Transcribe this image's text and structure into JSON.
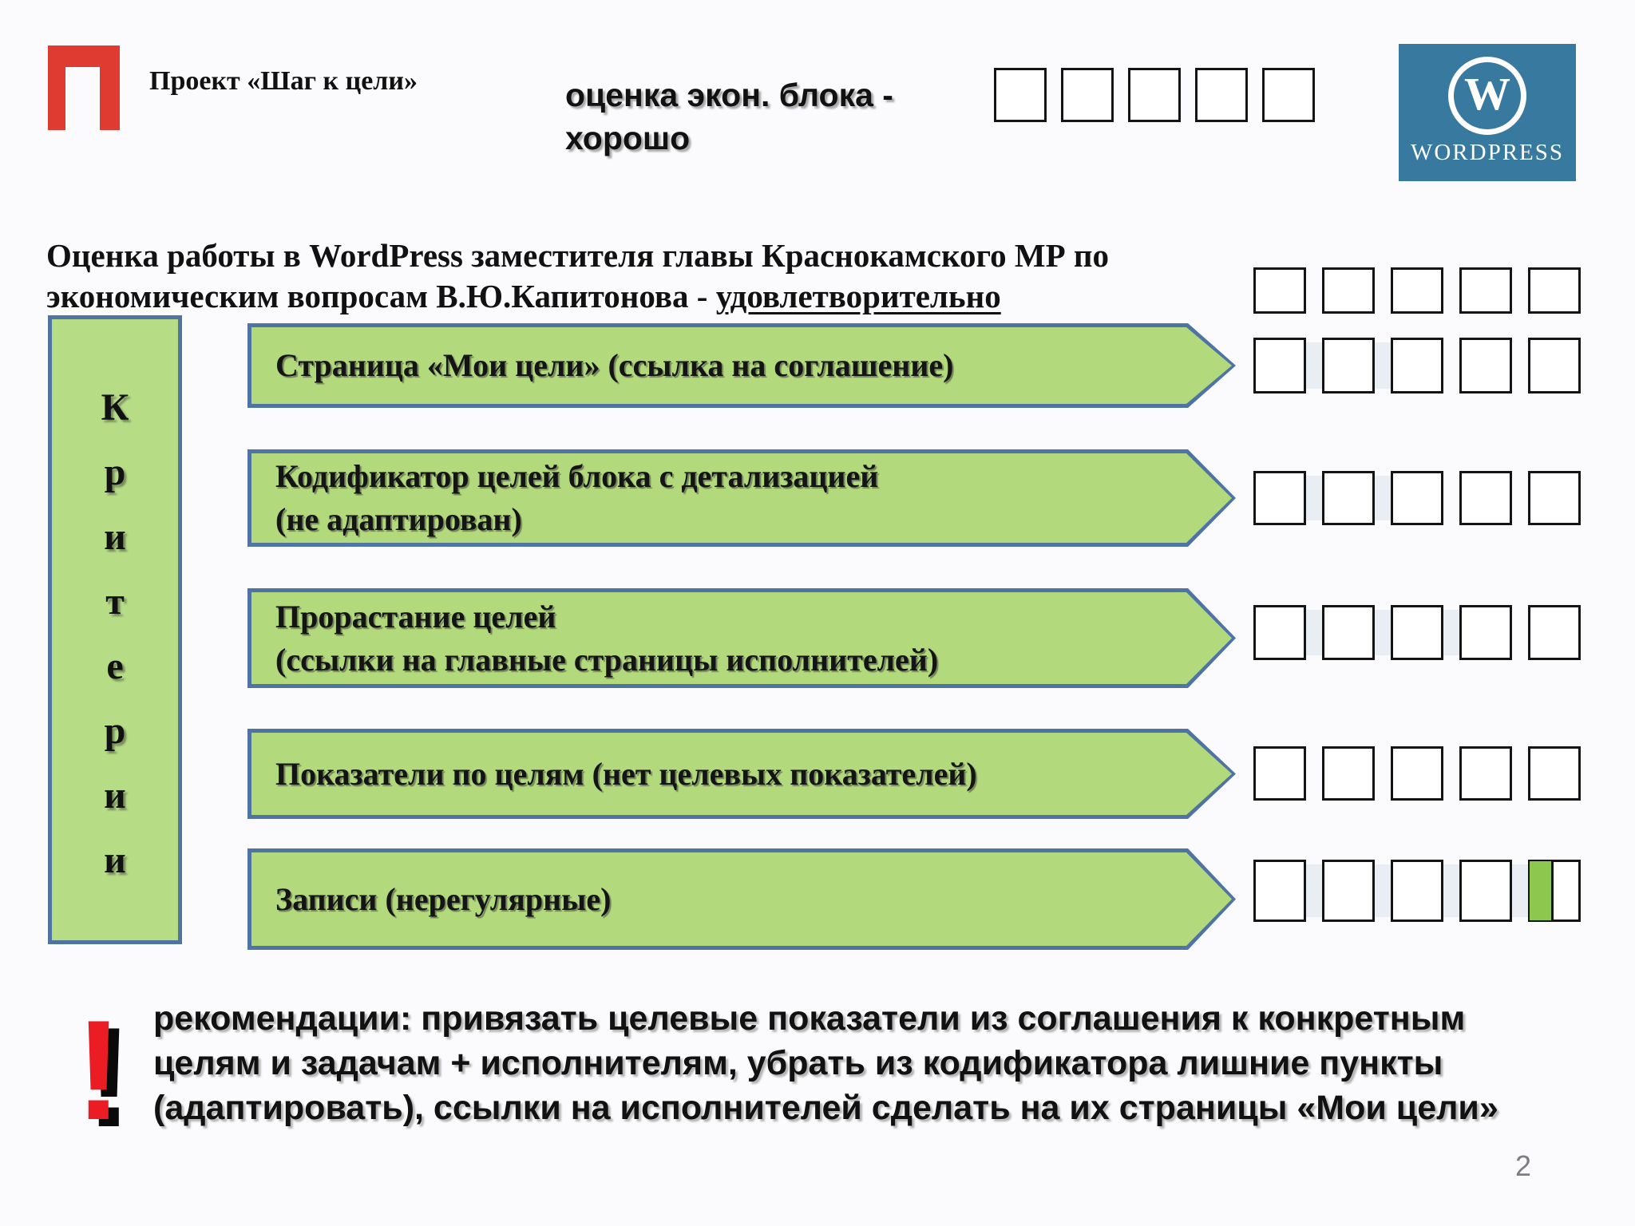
{
  "slide": {
    "logo_letter": "П",
    "project_title": "Проект «Шаг к цели»",
    "econ_rating": {
      "line1": "оценка экон. блока -",
      "line2": "хорошо"
    },
    "wordpress": {
      "monogram": "W",
      "wordmark": "WORDPRESS"
    },
    "heading": {
      "line1": "Оценка работы в WordPress заместителя главы Краснокамского  МР по",
      "line2_prefix": "экономическим вопросам В.Ю.Капитонова - ",
      "line2_underlined": "удовлетворительно"
    },
    "criteria_bar_letters": [
      "К",
      "р",
      "и",
      "т",
      "е",
      "р",
      "и",
      "и"
    ],
    "criteria": [
      {
        "line1": "Страница «Мои цели» (ссылка на соглашение)",
        "line2": ""
      },
      {
        "line1": "Кодификатор целей блока с детализацией",
        "line2": "(не адаптирован)"
      },
      {
        "line1": "Прорастание целей",
        "line2": "(ссылки на главные страницы исполнителей)"
      },
      {
        "line1": "Показатели по целям (нет целевых показателей)",
        "line2": ""
      },
      {
        "line1": "Записи (нерегулярные)",
        "line2": ""
      }
    ],
    "ratings": {
      "scale_max": 5,
      "econ_block": [
        "green",
        "light",
        "light",
        "green",
        "white"
      ],
      "overall": [
        "green",
        "green",
        "green",
        "white",
        "white"
      ],
      "criterion_1": [
        "green",
        "green",
        "green",
        "white",
        "white"
      ],
      "criterion_2": [
        "green",
        "green",
        "green",
        "white",
        "white"
      ],
      "criterion_3": [
        "green",
        "green",
        "green",
        "green",
        "white"
      ],
      "criterion_4": [
        "white",
        "white",
        "white",
        "white",
        "white"
      ],
      "criterion_5": [
        "green",
        "green",
        "green",
        "green",
        "partial"
      ],
      "partial_fraction": 0.45
    },
    "recommendations": {
      "line1": "рекомендации: привязать целевые показатели из соглашения к конкретным",
      "line2": "целям и задачам + исполнителям, убрать из кодификатора лишние пункты",
      "line3": "(адаптировать), ссылки на исполнителей сделать на их страницы «Мои цели»"
    },
    "exclamation": "!",
    "page_number": "2",
    "colors": {
      "green": "#8dc74e",
      "light_green": "#abd687",
      "arrow_fill": "#b3d97d",
      "arrow_border": "#4f73a2",
      "bar_fill": "#b6dc86",
      "wordpress_blue": "#38799f",
      "logo_red": "#df3b30",
      "accent_red": "#ec1c24",
      "gap_fill": "#e9edf4"
    }
  }
}
